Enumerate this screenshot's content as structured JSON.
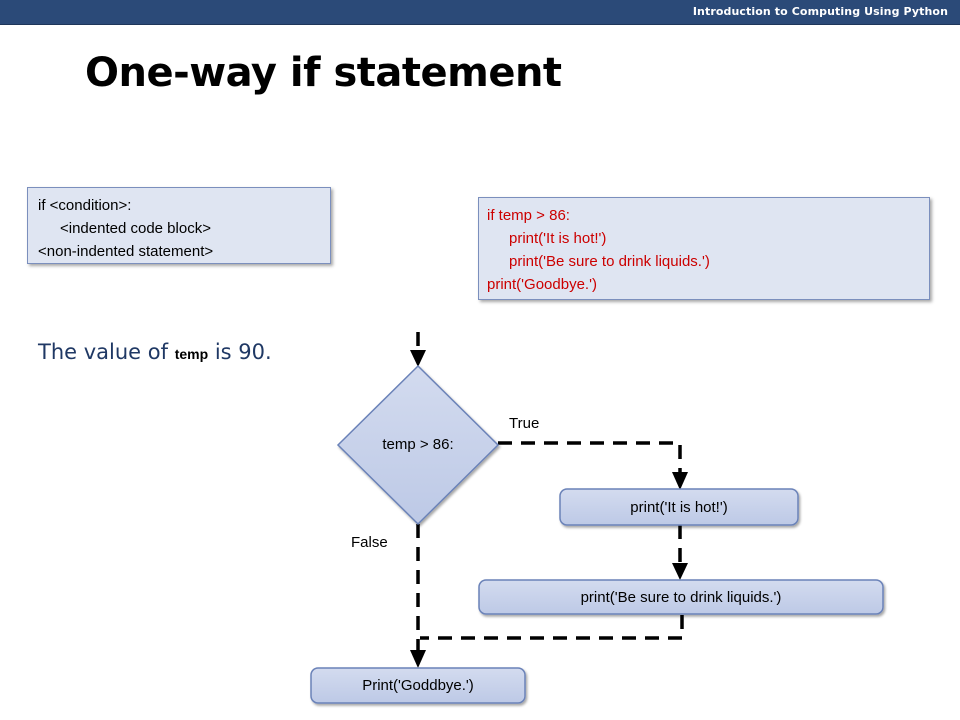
{
  "header": {
    "course_title": "Introduction to Computing Using Python"
  },
  "slide": {
    "title": "One-way if statement"
  },
  "syntax_box": {
    "lines": [
      "if <condition>:",
      "<indented code block>",
      "<non-indented statement>"
    ]
  },
  "example_box": {
    "lines": [
      "if temp > 86:",
      "print('It is hot!')",
      "print('Be sure to drink liquids.')",
      "print('Goodbye.')"
    ]
  },
  "value_statement": {
    "prefix": "The value of ",
    "variable": "temp",
    "suffix": " is 90."
  },
  "flowchart": {
    "decision": "temp > 86:",
    "true_label": "True",
    "false_label": "False",
    "step_1": "print('It is hot!')",
    "step_2": "print('Be sure to drink liquids.')",
    "final": "Print('Goddbye.')"
  },
  "colors": {
    "header_bar": "#2b4a78",
    "box_fill": "#dfe5f2",
    "node_fill": "#c8d2ea",
    "node_border": "#6b82b8",
    "example_text": "#cc0000",
    "value_text": "#1f3864"
  }
}
